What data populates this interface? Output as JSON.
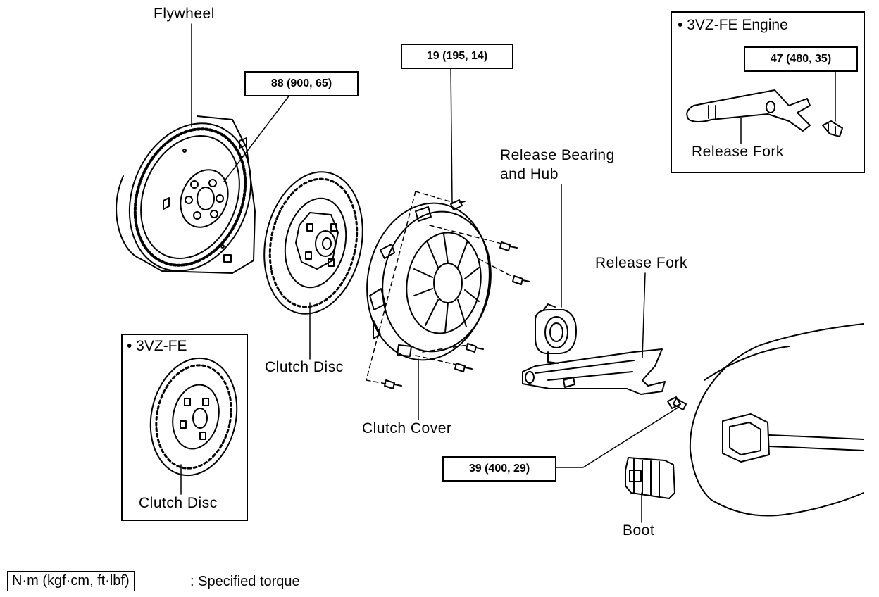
{
  "labels": {
    "flywheel": "Flywheel",
    "clutch_disc": "Clutch Disc",
    "clutch_cover": "Clutch Cover",
    "release_bearing_line1": "Release Bearing",
    "release_bearing_line2": "and Hub",
    "release_fork": "Release Fork",
    "boot": "Boot"
  },
  "torque_specs": {
    "flywheel_bolt": "88 (900, 65)",
    "cover_bolt": "19 (195, 14)",
    "pivot_bolt": "39 (400, 29)",
    "engine_pivot": "47 (480, 35)"
  },
  "inset_3vzfe_engine": {
    "title": "• 3VZ-FE Engine",
    "release_fork": "Release Fork"
  },
  "inset_3vzfe": {
    "title": "• 3VZ-FE",
    "clutch_disc": "Clutch Disc"
  },
  "legend": {
    "unit": "N·m (kgf·cm, ft·lbf)",
    "description": ": Specified torque"
  }
}
